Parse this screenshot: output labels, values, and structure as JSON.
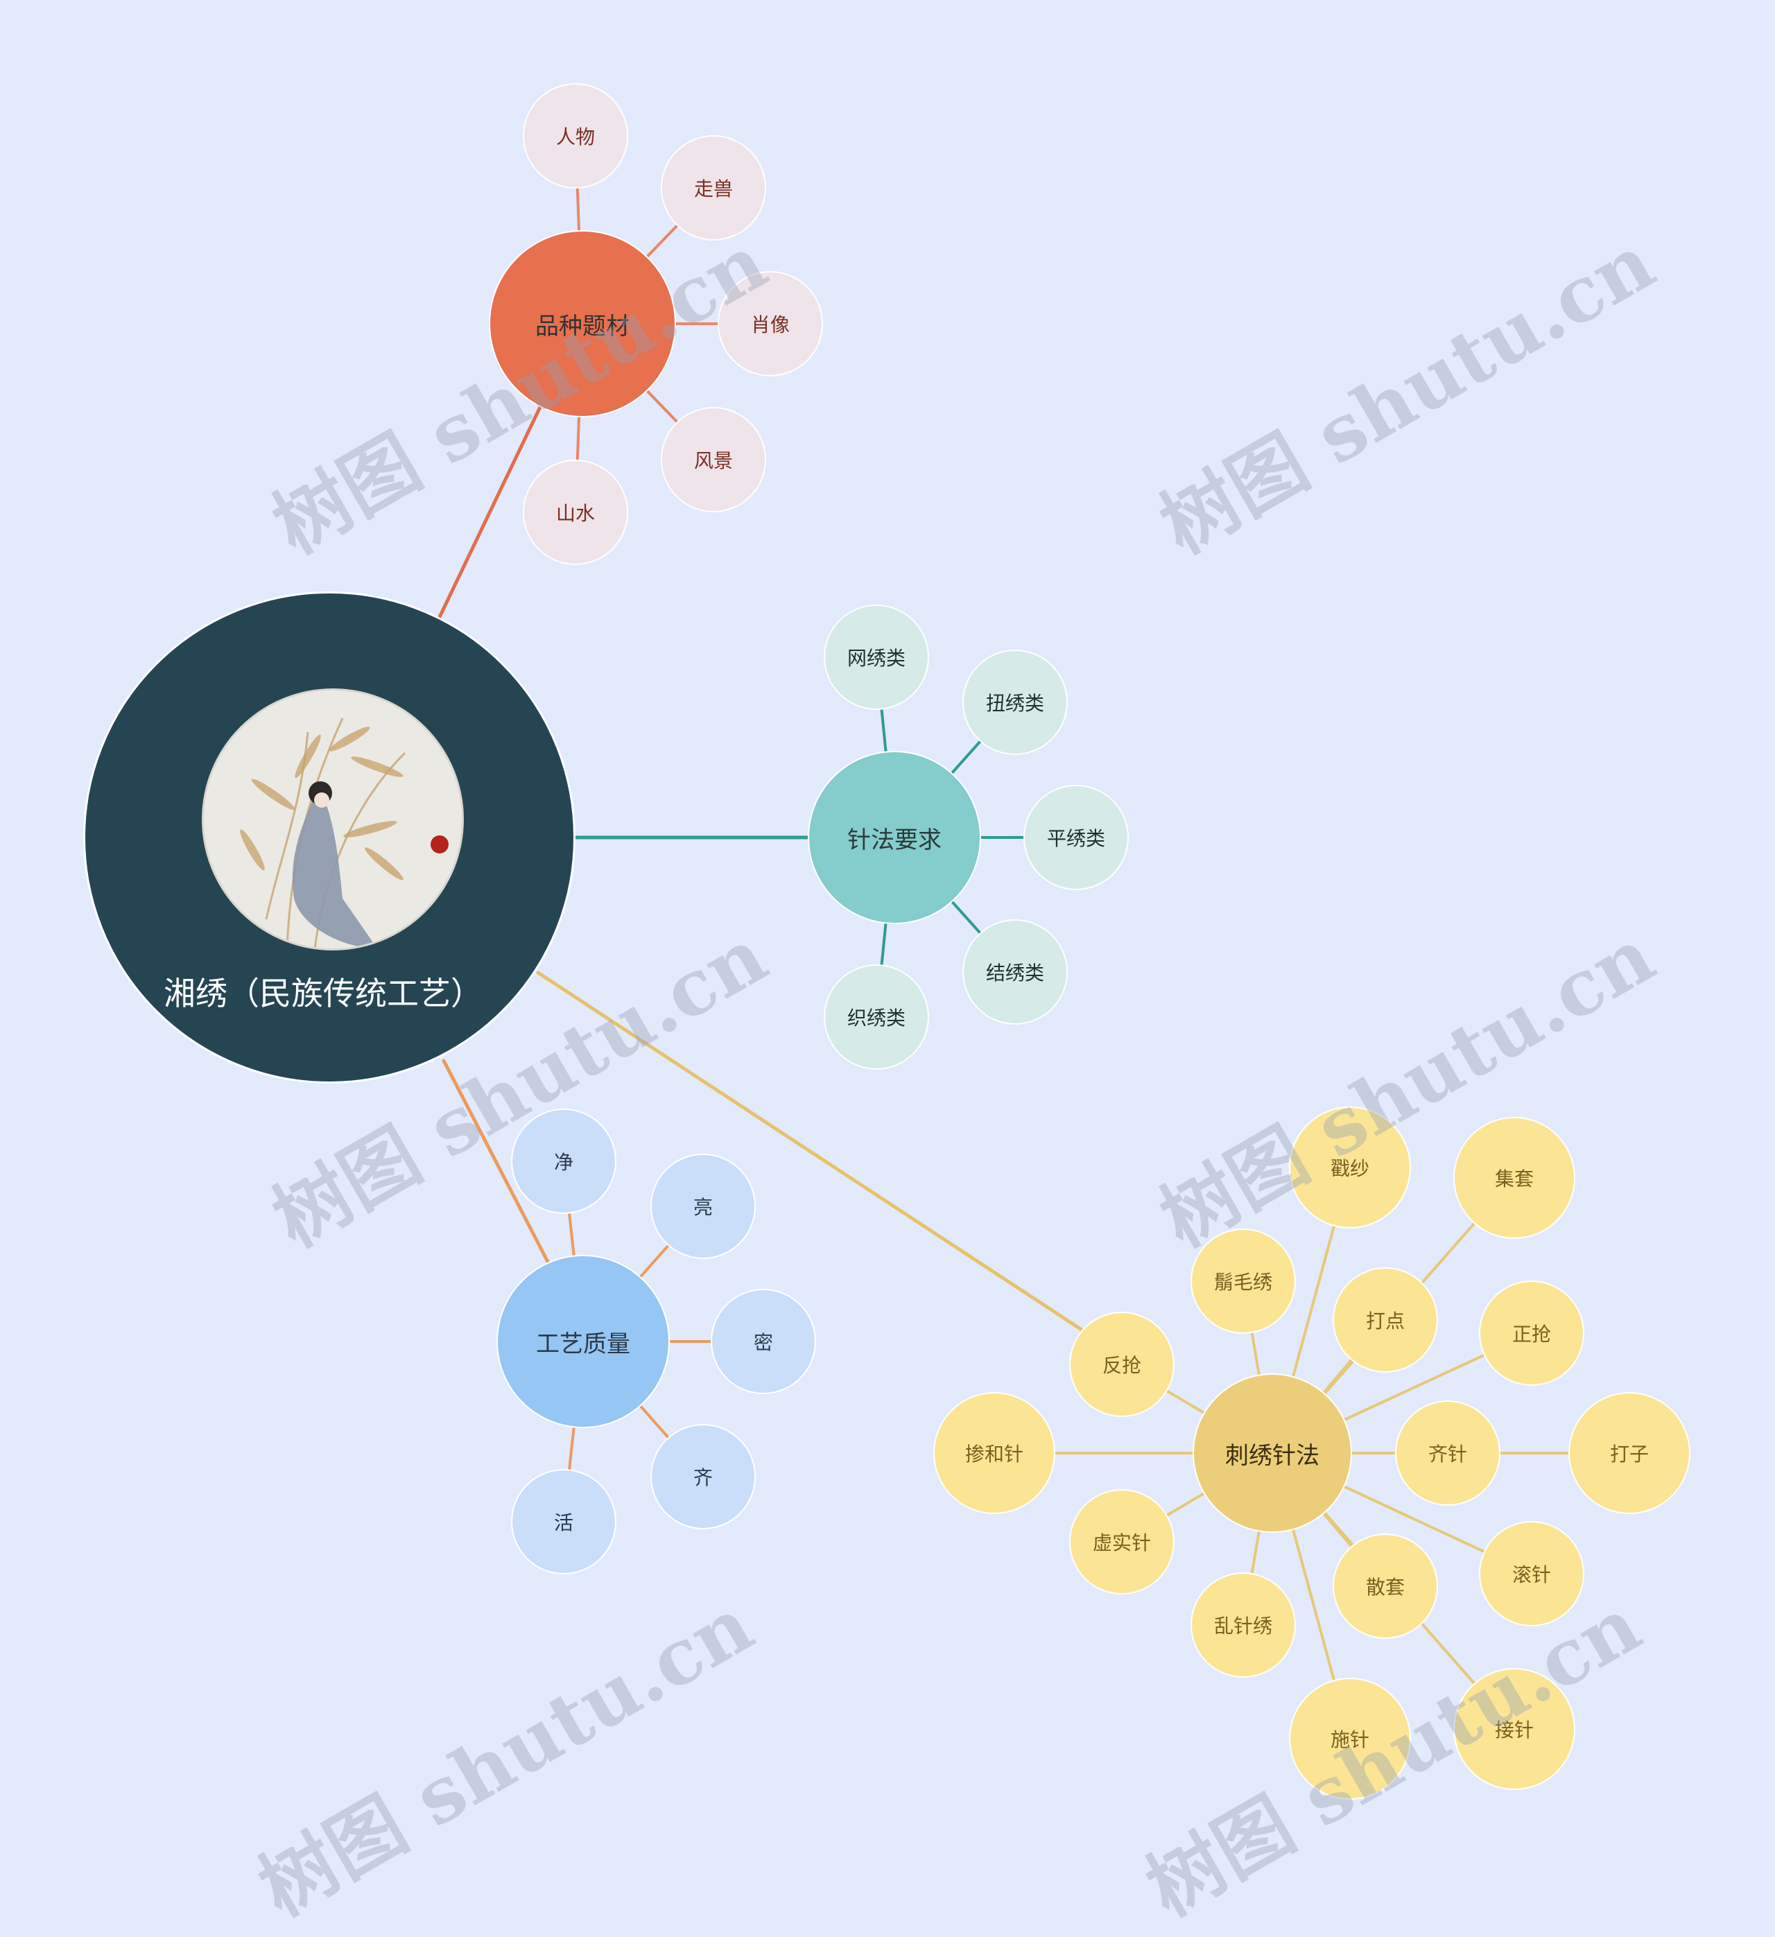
{
  "root": {
    "label": "湘绣（民族传统工艺）"
  },
  "colors": {
    "background": "#e3eafb",
    "root": "#264552",
    "varieties": "#e7704f",
    "stitch_requirements": "#85cccc",
    "quality": "#96c6f3",
    "embroidery_stitches": "#ecce7a"
  },
  "branches": [
    {
      "id": "varieties",
      "label": "品种题材",
      "children": [
        "人物",
        "走兽",
        "肖像",
        "风景",
        "山水"
      ]
    },
    {
      "id": "stitch-requirements",
      "label": "针法要求",
      "children": [
        "网绣类",
        "扭绣类",
        "平绣类",
        "结绣类",
        "织绣类"
      ]
    },
    {
      "id": "quality",
      "label": "工艺质量",
      "children": [
        "净",
        "亮",
        "密",
        "齐",
        "活"
      ]
    },
    {
      "id": "embroidery-stitches",
      "label": "刺绣针法",
      "children": [
        "反抢",
        "鬅毛绣",
        "戳纱",
        "打点",
        "集套",
        "正抢",
        "齐针",
        "打子",
        "滚针",
        "散套",
        "接针",
        "施针",
        "乱针绣",
        "虚实针",
        "掺和针"
      ]
    }
  ],
  "watermark": "树图 shutu.cn"
}
